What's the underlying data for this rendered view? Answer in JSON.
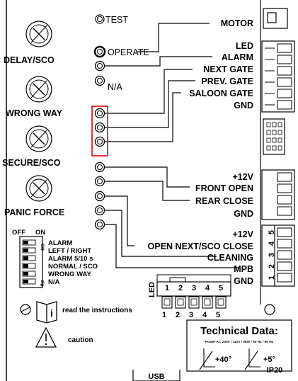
{
  "knobs": [
    "DELAY/SCO",
    "WRONG WAY",
    "SECURE/SCO",
    "PANIC FORCE"
  ],
  "test_label": "TEST",
  "leds": [
    "OPERATE",
    "N/A"
  ],
  "upper_terminal_labels": [
    "MOTOR",
    "LED",
    "ALARM",
    "NEXT GATE",
    "PREV. GATE",
    "SALOON GATE",
    "GND"
  ],
  "lower_terminal_labels": [
    "+12V",
    "FRONT OPEN",
    "REAR CLOSE",
    "GND",
    "+12V",
    "OPEN NEXT/SCO CLOSE",
    "CLEANING",
    "MPB",
    "GND"
  ],
  "dip_switch": {
    "off_label": "OFF",
    "on_label": "ON",
    "side_mark_top": "ON",
    "side_mark_bottom": "dip",
    "options": [
      "ALARM",
      "LEFT / RIGHT",
      "ALARM 5/10 s",
      "NORMAL / SCO",
      "WRONG WAY",
      "N/A"
    ]
  },
  "connector": {
    "side_label": "LED",
    "top_numbers": [
      "1",
      "2",
      "3",
      "4",
      "5"
    ],
    "bottom_numbers": [
      "1",
      "2",
      "3",
      "4",
      "5"
    ]
  },
  "right_connector_numbers": [
    "5",
    "4",
    "3",
    "2",
    "1"
  ],
  "instructions_text": "read the instructions",
  "caution_text": "caution",
  "technical": {
    "title": "Technical Data:",
    "power": "Power AC 230V / 110v / 35W / 50 Hz / 60 Hz",
    "temp_max": "+40°",
    "temp_min": "+5°",
    "ip_rating": "IP20"
  },
  "usb_label": "USB",
  "colors": {
    "highlight": "#e02020",
    "ink": "#000000"
  }
}
